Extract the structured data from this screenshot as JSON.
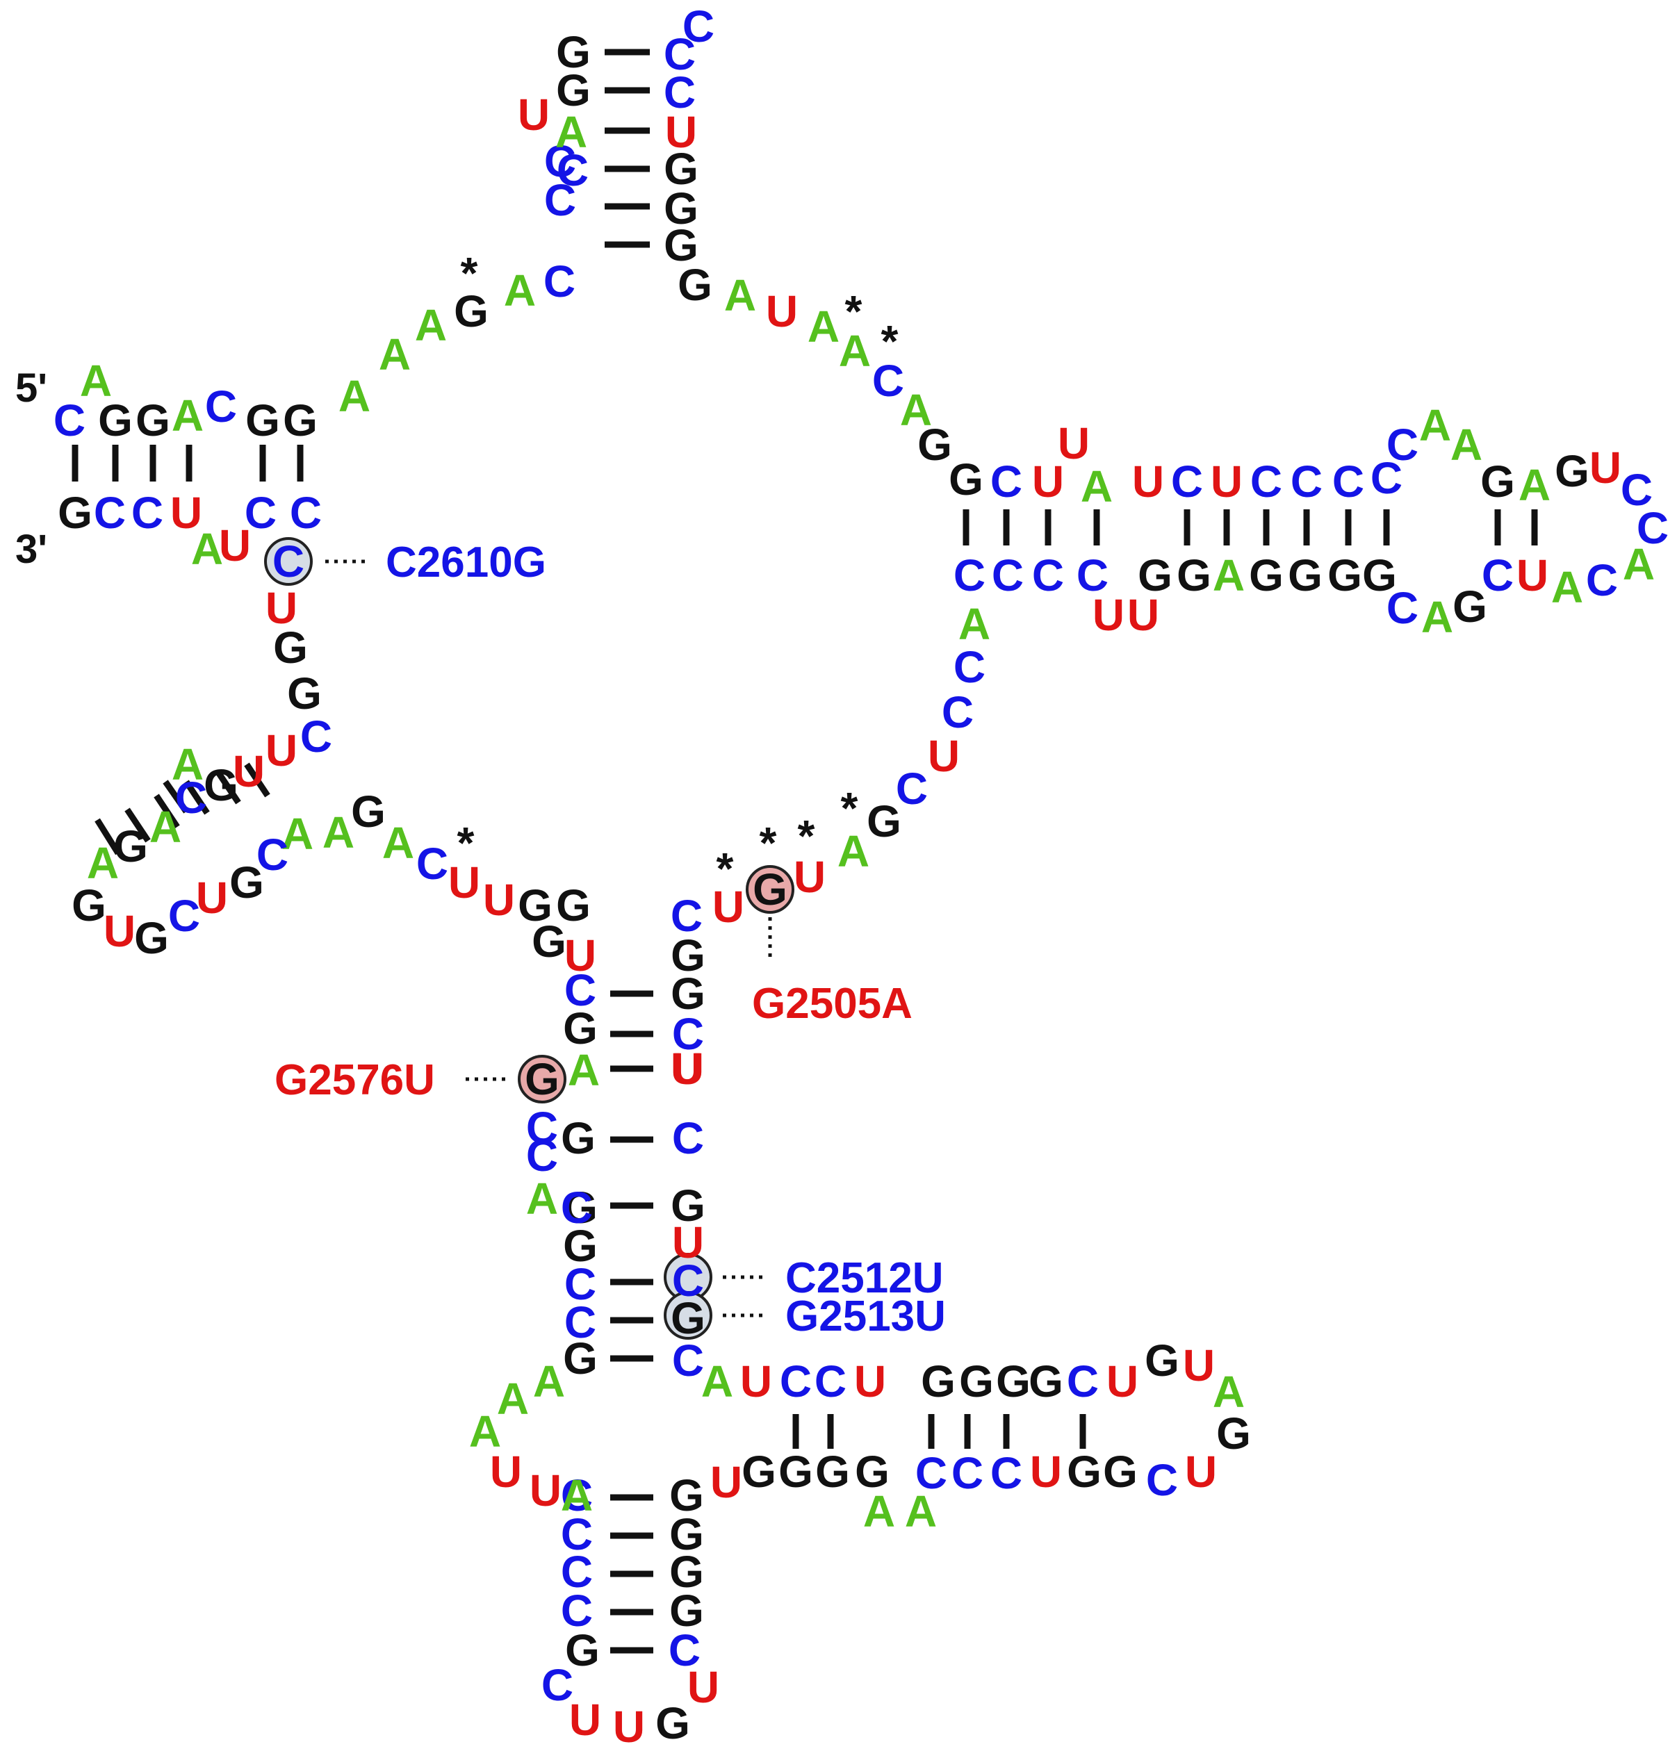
{
  "colors": {
    "A": "#55c01e",
    "C": "#1414e6",
    "G": "#111111",
    "U": "#e01414"
  },
  "ends": {
    "five_prime": "5'",
    "three_prime": "3'"
  },
  "mutations": [
    {
      "id": "c2610g",
      "label": "C2610G",
      "base": "C",
      "color": "#1414e6",
      "fill": "#d6dde6"
    },
    {
      "id": "g2505a",
      "label": "G2505A",
      "base": "G",
      "color": "#e01414",
      "fill": "#e8a9a9"
    },
    {
      "id": "g2576u",
      "label": "G2576U",
      "base": "G",
      "color": "#e01414",
      "fill": "#e8a9a9"
    },
    {
      "id": "c2512u",
      "label": "C2512U",
      "base": "C",
      "color": "#1414e6",
      "fill": "#d6dde6"
    },
    {
      "id": "g2513u",
      "label": "G2513U",
      "base": "G",
      "color": "#1414e6",
      "fill": "#d6dde6"
    }
  ],
  "nucleotides": [
    [
      "A",
      138,
      548
    ],
    [
      "C",
      100,
      605
    ],
    [
      "G",
      166,
      605
    ],
    [
      "G",
      220,
      605
    ],
    [
      "A",
      270,
      598
    ],
    [
      "C",
      318,
      585
    ],
    [
      "G",
      378,
      605
    ],
    [
      "G",
      432,
      605
    ],
    [
      "A",
      510,
      570
    ],
    [
      "A",
      568,
      510
    ],
    [
      "A",
      620,
      468
    ],
    [
      "G",
      678,
      448
    ],
    [
      "A",
      748,
      418
    ],
    [
      "C",
      805,
      405
    ],
    [
      "C",
      806,
      288
    ],
    [
      "C",
      806,
      232
    ],
    [
      "A",
      822,
      190
    ],
    [
      "C",
      824,
      245
    ],
    [
      "G",
      825,
      75
    ],
    [
      "G",
      825,
      130
    ],
    [
      "U",
      768,
      165
    ],
    [
      "C",
      1005,
      38
    ],
    [
      "C",
      978,
      78
    ],
    [
      "C",
      978,
      133
    ],
    [
      "U",
      980,
      190
    ],
    [
      "G",
      980,
      243
    ],
    [
      "G",
      980,
      300
    ],
    [
      "G",
      980,
      353
    ],
    [
      "G",
      1000,
      410
    ],
    [
      "A",
      1065,
      425
    ],
    [
      "U",
      1125,
      448
    ],
    [
      "A",
      1185,
      470
    ],
    [
      "A",
      1230,
      505
    ],
    [
      "C",
      1278,
      548
    ],
    [
      "A",
      1318,
      590
    ],
    [
      "G",
      1345,
      640
    ],
    [
      "G",
      1390,
      690
    ],
    [
      "C",
      1448,
      693
    ],
    [
      "U",
      1508,
      693
    ],
    [
      "A",
      1578,
      700
    ],
    [
      "U",
      1545,
      638
    ],
    [
      "U",
      1652,
      693
    ],
    [
      "C",
      1708,
      693
    ],
    [
      "U",
      1765,
      693
    ],
    [
      "C",
      1822,
      693
    ],
    [
      "C",
      1880,
      693
    ],
    [
      "C",
      1940,
      693
    ],
    [
      "C",
      1995,
      688
    ],
    [
      "C",
      2018,
      640
    ],
    [
      "A",
      2065,
      612
    ],
    [
      "A",
      2110,
      640
    ],
    [
      "G",
      2155,
      693
    ],
    [
      "A",
      2208,
      698
    ],
    [
      "G",
      2262,
      678
    ],
    [
      "U",
      2310,
      673
    ],
    [
      "C",
      2355,
      705
    ],
    [
      "C",
      2378,
      760
    ],
    [
      "A",
      2358,
      812
    ],
    [
      "C",
      2305,
      835
    ],
    [
      "A",
      2255,
      845
    ],
    [
      "U",
      2205,
      828
    ],
    [
      "C",
      2155,
      828
    ],
    [
      "G",
      2115,
      873
    ],
    [
      "A",
      2068,
      888
    ],
    [
      "C",
      2018,
      875
    ],
    [
      "G",
      1985,
      828
    ],
    [
      "G",
      1935,
      828
    ],
    [
      "G",
      1878,
      828
    ],
    [
      "G",
      1822,
      828
    ],
    [
      "A",
      1768,
      828
    ],
    [
      "G",
      1718,
      828
    ],
    [
      "G",
      1662,
      828
    ],
    [
      "U",
      1645,
      885
    ],
    [
      "U",
      1595,
      885
    ],
    [
      "C",
      1572,
      828
    ],
    [
      "C",
      1508,
      828
    ],
    [
      "C",
      1450,
      828
    ],
    [
      "C",
      1395,
      828
    ],
    [
      "A",
      1402,
      898
    ],
    [
      "C",
      1395,
      960
    ],
    [
      "C",
      1378,
      1025
    ],
    [
      "U",
      1358,
      1088
    ],
    [
      "C",
      1312,
      1135
    ],
    [
      "G",
      1272,
      1182
    ],
    [
      "A",
      1228,
      1225
    ],
    [
      "U",
      1165,
      1262
    ],
    [
      "G",
      1108,
      1280
    ],
    [
      "U",
      1048,
      1305
    ],
    [
      "C",
      988,
      1318
    ],
    [
      "G",
      990,
      1375
    ],
    [
      "G",
      990,
      1430
    ],
    [
      "C",
      990,
      1488
    ],
    [
      "U",
      990,
      1538
    ],
    [
      "C",
      990,
      1638
    ],
    [
      "G",
      990,
      1735
    ],
    [
      "U",
      990,
      1788
    ],
    [
      "C",
      990,
      1843
    ],
    [
      "G",
      990,
      1897
    ],
    [
      "C",
      990,
      1958
    ],
    [
      "A",
      1032,
      1988
    ],
    [
      "U",
      1088,
      1988
    ],
    [
      "C",
      1145,
      1988
    ],
    [
      "C",
      1195,
      1988
    ],
    [
      "U",
      1252,
      1988
    ],
    [
      "G",
      1350,
      1988
    ],
    [
      "G",
      1405,
      1988
    ],
    [
      "G",
      1458,
      1988
    ],
    [
      "G",
      1505,
      1988
    ],
    [
      "C",
      1558,
      1988
    ],
    [
      "U",
      1615,
      1988
    ],
    [
      "G",
      1672,
      1958
    ],
    [
      "U",
      1725,
      1965
    ],
    [
      "A",
      1768,
      2003
    ],
    [
      "G",
      1775,
      2063
    ],
    [
      "U",
      1728,
      2118
    ],
    [
      "C",
      1672,
      2130
    ],
    [
      "G",
      1612,
      2118
    ],
    [
      "G",
      1560,
      2118
    ],
    [
      "U",
      1505,
      2118
    ],
    [
      "C",
      1448,
      2120
    ],
    [
      "C",
      1392,
      2120
    ],
    [
      "C",
      1340,
      2120
    ],
    [
      "A",
      1325,
      2175
    ],
    [
      "A",
      1265,
      2175
    ],
    [
      "G",
      1255,
      2118
    ],
    [
      "G",
      1198,
      2118
    ],
    [
      "G",
      1145,
      2118
    ],
    [
      "G",
      1092,
      2118
    ],
    [
      "U",
      1045,
      2133
    ],
    [
      "G",
      988,
      2152
    ],
    [
      "G",
      988,
      2208
    ],
    [
      "G",
      988,
      2262
    ],
    [
      "G",
      988,
      2318
    ],
    [
      "C",
      985,
      2375
    ],
    [
      "U",
      1012,
      2428
    ],
    [
      "G",
      968,
      2480
    ],
    [
      "U",
      905,
      2485
    ],
    [
      "U",
      842,
      2475
    ],
    [
      "C",
      802,
      2425
    ],
    [
      "G",
      838,
      2375
    ],
    [
      "C",
      830,
      2318
    ],
    [
      "C",
      830,
      2262
    ],
    [
      "C",
      830,
      2208
    ],
    [
      "C",
      830,
      2152
    ],
    [
      "A",
      830,
      2152
    ],
    [
      "U",
      785,
      2145
    ],
    [
      "U",
      728,
      2118
    ],
    [
      "A",
      698,
      2060
    ],
    [
      "A",
      738,
      2013
    ],
    [
      "A",
      790,
      1988
    ],
    [
      "G",
      835,
      1955
    ],
    [
      "C",
      835,
      1903
    ],
    [
      "C",
      835,
      1848
    ],
    [
      "G",
      835,
      1793
    ],
    [
      "G",
      835,
      1738
    ],
    [
      "C",
      830,
      1738
    ],
    [
      "A",
      780,
      1725
    ],
    [
      "C",
      780,
      1663
    ],
    [
      "C",
      780,
      1623
    ],
    [
      "G",
      832,
      1638
    ],
    [
      "G",
      780,
      1553
    ],
    [
      "A",
      840,
      1540
    ],
    [
      "U",
      988,
      1538
    ],
    [
      "G",
      835,
      1480
    ],
    [
      "C",
      835,
      1425
    ],
    [
      "U",
      835,
      1375
    ],
    [
      "G",
      790,
      1355
    ],
    [
      "G",
      825,
      1303
    ],
    [
      "G",
      770,
      1303
    ],
    [
      "U",
      718,
      1295
    ],
    [
      "U",
      668,
      1270
    ],
    [
      "C",
      622,
      1243
    ],
    [
      "A",
      573,
      1213
    ],
    [
      "A",
      487,
      1198
    ],
    [
      "G",
      530,
      1168
    ],
    [
      "A",
      428,
      1200
    ],
    [
      "C",
      392,
      1230
    ],
    [
      "G",
      355,
      1270
    ],
    [
      "U",
      305,
      1292
    ],
    [
      "C",
      265,
      1318
    ],
    [
      "G",
      218,
      1350
    ],
    [
      "U",
      172,
      1340
    ],
    [
      "G",
      128,
      1303
    ],
    [
      "A",
      148,
      1242
    ],
    [
      "G",
      188,
      1218
    ],
    [
      "A",
      238,
      1190
    ],
    [
      "C",
      275,
      1148
    ],
    [
      "G",
      318,
      1130
    ],
    [
      "U",
      358,
      1110
    ],
    [
      "A",
      270,
      1100
    ],
    [
      "U",
      405,
      1080
    ],
    [
      "C",
      455,
      1060
    ],
    [
      "G",
      438,
      998
    ],
    [
      "G",
      418,
      932
    ],
    [
      "U",
      405,
      875
    ],
    [
      "C",
      415,
      808
    ],
    [
      "U",
      338,
      785
    ],
    [
      "A",
      298,
      790
    ],
    [
      "C",
      440,
      738
    ],
    [
      "C",
      375,
      738
    ],
    [
      "U",
      268,
      738
    ],
    [
      "C",
      212,
      738
    ],
    [
      "C",
      158,
      738
    ],
    [
      "G",
      108,
      738
    ]
  ]
}
